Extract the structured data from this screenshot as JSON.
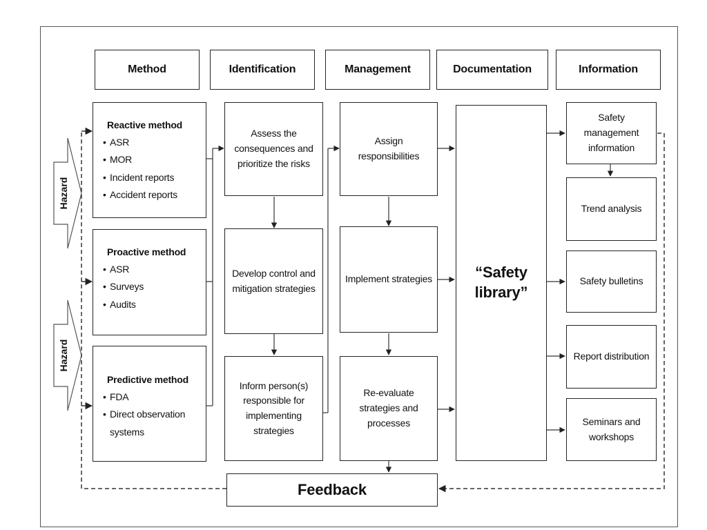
{
  "headers": [
    "Method",
    "Identification",
    "Management",
    "Documentation",
    "Information"
  ],
  "methods": [
    {
      "title": "Reactive method",
      "items": [
        "ASR",
        "MOR",
        "Incident reports",
        "Accident reports"
      ]
    },
    {
      "title": "Proactive method",
      "items": [
        "ASR",
        "Surveys",
        "Audits"
      ]
    },
    {
      "title": "Predictive method",
      "items": [
        "FDA",
        "Direct observation systems"
      ]
    }
  ],
  "identification": [
    "Assess the consequences and prioritize the risks",
    "Develop control and mitigation strategies",
    "Inform person(s) responsible for implementing strategies"
  ],
  "management": [
    "Assign responsibilities",
    "Implement strategies",
    "Re-evaluate strategies and processes"
  ],
  "documentation": "“Safety library”",
  "information": [
    "Safety management information",
    "Trend analysis",
    "Safety bulletins",
    "Report distribution",
    "Seminars and workshops"
  ],
  "hazard_label": "Hazard",
  "feedback": "Feedback"
}
